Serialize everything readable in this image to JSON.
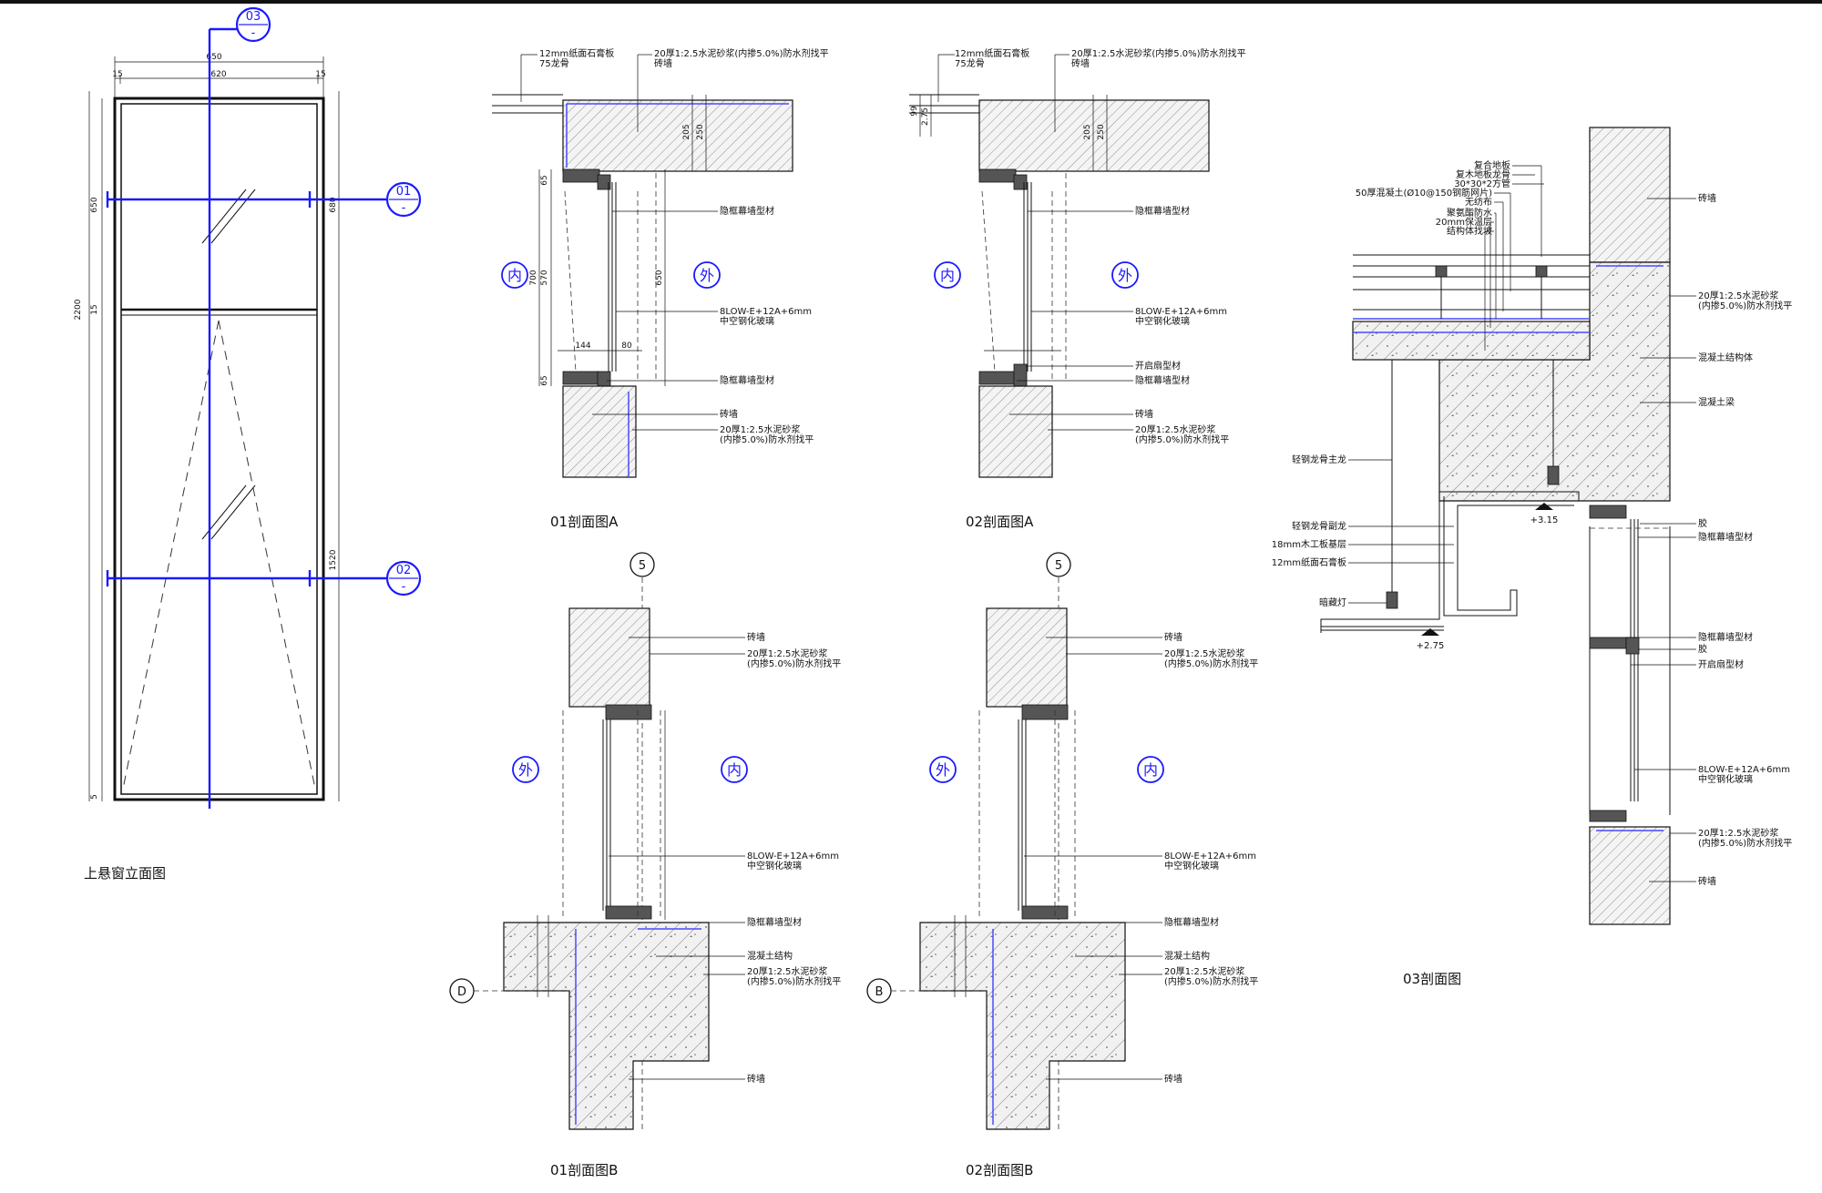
{
  "elevation": {
    "title": "上悬窗立面图",
    "dims": {
      "total_width": "650",
      "inner_width": "620",
      "side_a": "15",
      "side_b": "15",
      "total_height": "2200",
      "top_pane": "650",
      "top_pane_right": "680",
      "bottom_pane": "1520",
      "mid": "15",
      "bottom": "5"
    },
    "markers": {
      "m01": "01",
      "m02": "02",
      "m03": "03",
      "sub": "-"
    }
  },
  "s01a": {
    "title": "01剖面图A",
    "inner": "内",
    "outer": "外",
    "labels": {
      "board": "12mm纸面石膏板",
      "keel": "75龙骨",
      "mortar_top": "20厚1:2.5水泥砂浆(内掺5.0%)防水剂找平",
      "brick_top": "砖墙",
      "frame1": "隐框幕墙型材",
      "glass": "8LOW-E+12A+6mm",
      "glass2": "中空钢化玻璃",
      "frame2": "隐框幕墙型材",
      "brick": "砖墙",
      "mortar": "20厚1:2.5水泥砂浆",
      "mortar2": "(内掺5.0%)防水剂找平"
    },
    "dims": {
      "d1": "205",
      "d2": "250",
      "d3": "65",
      "d4": "700",
      "d5": "570",
      "d6": "650",
      "d7": "144",
      "d8": "80",
      "d9": "65"
    }
  },
  "s02a": {
    "title": "02剖面图A",
    "inner": "内",
    "outer": "外",
    "labels": {
      "board": "12mm纸面石膏板",
      "keel": "75龙骨",
      "mortar_top": "20厚1:2.5水泥砂浆(内掺5.0%)防水剂找平",
      "brick_top": "砖墙",
      "frame1": "隐框幕墙型材",
      "glass": "8LOW-E+12A+6mm",
      "glass2": "中空钢化玻璃",
      "open": "开启扇型材",
      "frame2": "隐框幕墙型材",
      "brick": "砖墙",
      "mortar": "20厚1:2.5水泥砂浆",
      "mortar2": "(内掺5.0%)防水剂找平"
    },
    "dims": {
      "d1": "99",
      "d2": "2.75",
      "d3": "205",
      "d4": "250"
    }
  },
  "s01b": {
    "title": "01剖面图B",
    "inner": "内",
    "outer": "外",
    "axis_top": "5",
    "axis_side": "D",
    "labels": {
      "brick_top": "砖墙",
      "mortar": "20厚1:2.5水泥砂浆",
      "mortar2": "(内掺5.0%)防水剂找平",
      "glass": "8LOW-E+12A+6mm",
      "glass2": "中空钢化玻璃",
      "frame": "隐框幕墙型材",
      "conc": "混凝土结构",
      "mortar_b": "20厚1:2.5水泥砂浆",
      "mortar_b2": "(内掺5.0%)防水剂找平",
      "brick": "砖墙"
    }
  },
  "s02b": {
    "title": "02剖面图B",
    "inner": "内",
    "outer": "外",
    "axis_top": "5",
    "axis_side": "B",
    "labels": {
      "brick_top": "砖墙",
      "mortar": "20厚1:2.5水泥砂浆",
      "mortar2": "(内掺5.0%)防水剂找平",
      "glass": "8LOW-E+12A+6mm",
      "glass2": "中空钢化玻璃",
      "frame": "隐框幕墙型材",
      "conc": "混凝土结构",
      "mortar_b": "20厚1:2.5水泥砂浆",
      "mortar_b2": "(内掺5.0%)防水剂找平",
      "brick": "砖墙"
    }
  },
  "s03": {
    "title": "03剖面图",
    "labels": {
      "floor": "复合地板",
      "wood": "复木地板龙骨",
      "pipe": "30*30*2方管",
      "screed": "50厚混凝土(Ø10@150钢筋网片)",
      "fabric": "无纺布",
      "pu": "聚氨酯防水",
      "insul": "20mm保温层",
      "slope": "结构体找坡",
      "brick_top": "砖墙",
      "mortar": "20厚1:2.5水泥砂浆",
      "mortar2": "(内掺5.0%)防水剂找平",
      "struct": "混凝土结构体",
      "conc": "混凝土梁",
      "main": "轻钢龙骨主龙",
      "sub": "轻钢龙骨副龙",
      "wood18": "18mm木工板基层",
      "board": "12mm纸面石膏板",
      "light": "暗藏灯",
      "glue": "胶",
      "frame1": "隐框幕墙型材",
      "frame2": "隐框幕墙型材",
      "glue2": "胶",
      "open": "开启扇型材",
      "glass": "8LOW-E+12A+6mm",
      "glass2": "中空钢化玻璃",
      "mortar_b": "20厚1:2.5水泥砂浆",
      "mortar_b2": "(内掺5.0%)防水剂找平",
      "brick": "砖墙"
    },
    "levels": {
      "l1": "+3.15",
      "l2": "+2.75"
    }
  }
}
